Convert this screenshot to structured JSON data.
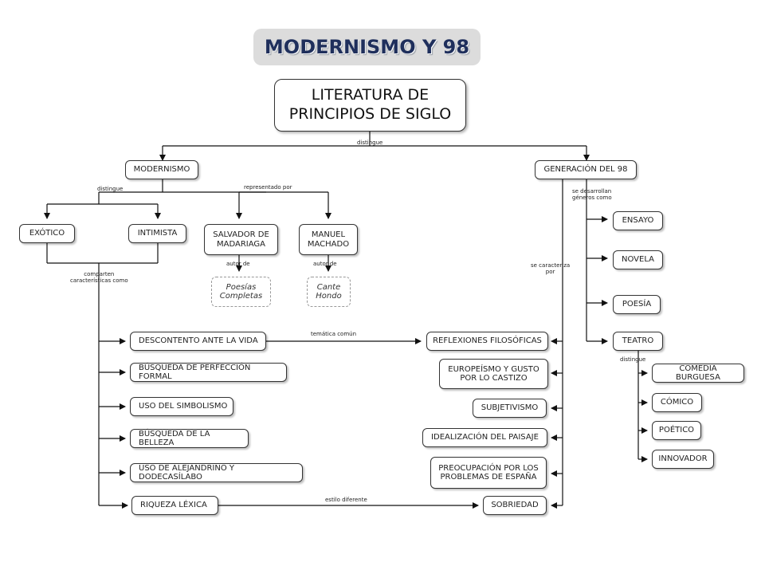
{
  "title": "MODERNISMO Y 98",
  "root": "LITERATURA DE\nPRINCIPIOS DE SIGLO",
  "nodes": {
    "modernismo": "MODERNISMO",
    "generacion98": "GENERACIÓN DEL 98",
    "exotico": "EXÓTICO",
    "intimista": "INTIMISTA",
    "salvador": "SALVADOR DE\nMADARIAGA",
    "manuel": "MANUEL\nMACHADO",
    "ensayo": "ENSAYO",
    "novela": "NOVELA",
    "poesia": "POESÍA",
    "teatro": "TEATRO",
    "descontento": "DESCONTENTO ANTE LA VIDA",
    "busqueda_perfeccion": "BÚSQUEDA DE PERFECCIÓN FORMAL",
    "simbolismo": "USO DEL SIMBOLISMO",
    "belleza": "BÚSQUEDA DE LA BELLEZA",
    "alejandrino": "USO DE ALEJANDRINO Y DODECASÍLABO",
    "riqueza": "RIQUEZA LÉXICA",
    "reflexiones": "REFLEXIONES FILOSÓFICAS",
    "europeismo": "EUROPEÍSMO Y GUSTO\nPOR LO CASTIZO",
    "subjetivismo": "SUBJETIVISMO",
    "idealizacion": "IDEALIZACIÓN DEL PAISAJE",
    "preocupacion": "PREOCUPACIÓN POR LOS\nPROBLEMAS DE ESPAÑA",
    "sobriedad": "SOBRIEDAD",
    "comedia": "COMEDIA BURGUESA",
    "comico": "CÓMICO",
    "poetico": "POÉTICO",
    "innovador": "INNOVADOR"
  },
  "works": {
    "poesias_completas": "Poesías\nCompletas",
    "cante_hondo": "Cante\nHondo"
  },
  "labels": {
    "distingue_root": "distingue",
    "distingue_mod": "distingue",
    "representado_por": "representado por",
    "autor_de_1": "autor de",
    "autor_de_2": "autor de",
    "comparten": "comparten\ncaracterísticas como",
    "se_desarrollan": "se desarrollan\ngéneros como",
    "se_caracteriza": "se caracteriza\npor",
    "tematica_comun": "temática común",
    "estilo_diferente": "estilo diferente",
    "distingue_teatro": "distingue"
  }
}
